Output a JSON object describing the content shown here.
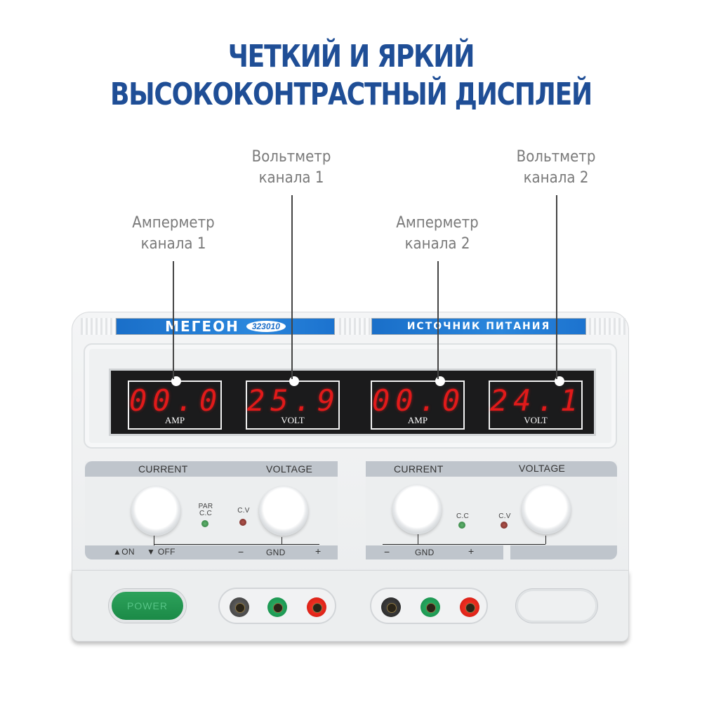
{
  "headline": {
    "line1": "ЧЕТКИЙ И ЯРКИЙ",
    "line2": "ВЫСОКОКОНТРАСТНЫЙ ДИСПЛЕЙ",
    "color": "#1f4e96"
  },
  "callouts": [
    {
      "line1": "Амперметр",
      "line2": "канала 1"
    },
    {
      "line1": "Вольтметр",
      "line2": "канала 1"
    },
    {
      "line1": "Амперметр",
      "line2": "канала 2"
    },
    {
      "line1": "Вольтметр",
      "line2": "канала 2"
    }
  ],
  "device": {
    "brand": "МЕГЕОН",
    "model": "323010",
    "label": "ИСТОЧНИК ПИТАНИЯ",
    "displays": [
      {
        "value": "00.0",
        "unit": "AMP"
      },
      {
        "value": "25.9",
        "unit": "VOLT"
      },
      {
        "value": "00.0",
        "unit": "AMP"
      },
      {
        "value": "24.1",
        "unit": "VOLT"
      }
    ],
    "display_color": "#e11a1a",
    "channel1": {
      "current_label": "CURRENT",
      "voltage_label": "VOLTAGE",
      "led1_label": "PAR\nC.C",
      "led1_line1": "PAR",
      "led1_line2": "C.C",
      "led2_label": "C.V",
      "footer": {
        "on": "ON",
        "off": "OFF",
        "minus": "−",
        "gnd": "GND",
        "plus": "+"
      }
    },
    "channel2": {
      "current_label": "CURRENT",
      "voltage_label": "VOLTAGE",
      "led1_label": "C.C",
      "led2_label": "C.V",
      "footer": {
        "minus": "−",
        "gnd": "GND",
        "plus": "+"
      }
    },
    "power_button": "POWER"
  }
}
